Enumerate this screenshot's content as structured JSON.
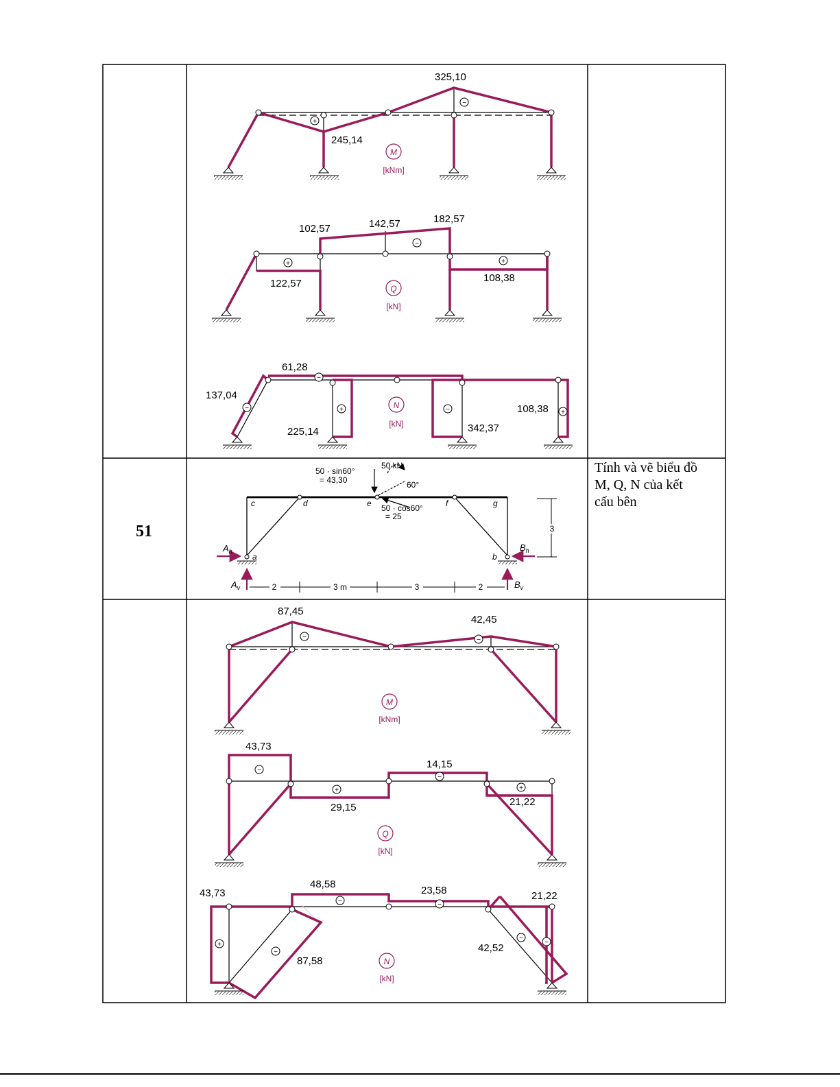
{
  "table": {
    "row_numbers": [
      "51"
    ],
    "task_text_lines": [
      "Tính và vẽ biểu đồ",
      "M, Q, N  của kết",
      "cấu bên"
    ]
  },
  "diagram_prev": {
    "moment": {
      "title_symbol": "M",
      "unit": "[kNm]",
      "values": [
        "325,10",
        "245,14"
      ],
      "signs": [
        "+",
        "−"
      ]
    },
    "shear": {
      "title_symbol": "Q",
      "unit": "[kN]",
      "values": [
        "102,57",
        "142,57",
        "182,57",
        "122,57",
        "108,38"
      ],
      "signs": [
        "+",
        "−",
        "+"
      ]
    },
    "normal": {
      "title_symbol": "N",
      "unit": "[kN]",
      "values": [
        "61,28",
        "137,04",
        "225,14",
        "342,37",
        "108,38"
      ],
      "signs": [
        "−",
        "−",
        "+",
        "−",
        "+"
      ]
    }
  },
  "diagram_51": {
    "loads": {
      "vertical_component": [
        "50 · sin60°",
        "= 43,30"
      ],
      "force": "50 kN",
      "angle": "60°",
      "horizontal_component": [
        "50 · cos60°",
        "= 25"
      ]
    },
    "nodes": [
      "c",
      "d",
      "e",
      "f",
      "g",
      "a",
      "b"
    ],
    "reactions": [
      "A",
      "h",
      "A",
      "v",
      "B",
      "h",
      "B",
      "v"
    ],
    "dimensions": [
      "2",
      "3 m",
      "3",
      "2"
    ],
    "height": "3"
  },
  "diagram_51_results": {
    "moment": {
      "title_symbol": "M",
      "unit": "[kNm]",
      "values": [
        "87,45",
        "42,45"
      ],
      "signs": [
        "−",
        "−"
      ]
    },
    "shear": {
      "title_symbol": "Q",
      "unit": "[kN]",
      "values": [
        "43,73",
        "14,15",
        "29,15",
        "21,22"
      ],
      "signs": [
        "−",
        "−",
        "+",
        "+"
      ]
    },
    "normal": {
      "title_symbol": "N",
      "unit": "[kN]",
      "values": [
        "43,73",
        "48,58",
        "23,58",
        "21,22",
        "87,58",
        "42,52"
      ],
      "signs": [
        "+",
        "−",
        "−",
        "−",
        "−",
        "−"
      ]
    }
  }
}
